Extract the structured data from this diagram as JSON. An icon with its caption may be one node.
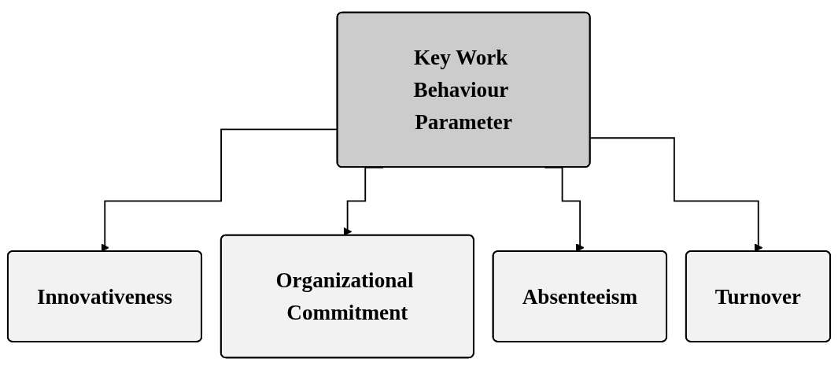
{
  "diagram": {
    "nodes": [
      {
        "text": [
          "Key Work Behaviour Parameter"
        ]
      },
      {
        "text": [
          "Innovativeness"
        ]
      },
      {
        "text": [
          "Organizational Commitment"
        ]
      },
      {
        "text": [
          "Absenteeism"
        ]
      },
      {
        "text": [
          "Turnover"
        ]
      }
    ],
    "edges": [
      {
        "from": 0,
        "to": 1,
        "arrow": "to"
      },
      {
        "from": 0,
        "to": 2,
        "arrow": "to"
      },
      {
        "from": 0,
        "to": 3,
        "arrow": "to"
      },
      {
        "from": 0,
        "to": 4,
        "arrow": "to"
      }
    ]
  }
}
